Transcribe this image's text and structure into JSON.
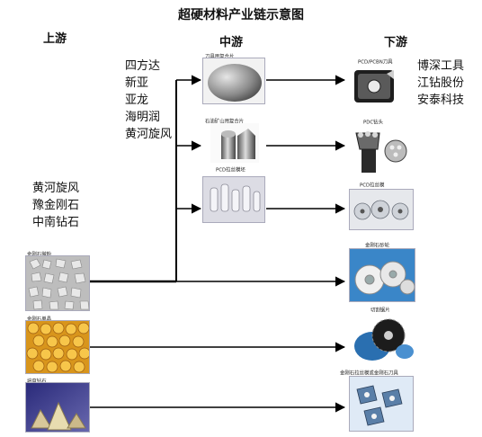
{
  "title": "超硬材料产业链示意图",
  "stages": {
    "upstream": "上游",
    "midstream": "中游",
    "downstream": "下游"
  },
  "companies": {
    "midstream": "四方达\n新亚\n亚龙\n海明润\n黄河旋风",
    "upstream": "黄河旋风\n豫金刚石\n中南钻石",
    "downstream": "博深工具\n江钻股份\n安泰科技"
  },
  "upstream_items": [
    {
      "caption": "金刚石微粉"
    },
    {
      "caption": "金刚石单晶"
    },
    {
      "caption": "培育钻石"
    }
  ],
  "midstream_items": [
    {
      "caption": "刀具用复合片"
    },
    {
      "caption": "石油矿山用复合片"
    },
    {
      "caption": "PCD拉丝模坯"
    }
  ],
  "downstream_items": [
    {
      "caption": "PCD/PCBN刀具"
    },
    {
      "caption": "PDC钻头"
    },
    {
      "caption": "PCD拉丝模"
    },
    {
      "caption": "金刚石砂轮"
    },
    {
      "caption": "切割锯片"
    },
    {
      "caption": "金刚石拉丝模或金刚石刀具"
    }
  ],
  "colors": {
    "line": "#000000",
    "diamond_gold": "#e0a020",
    "cut_wheel_blue": "#2a6fb0"
  }
}
